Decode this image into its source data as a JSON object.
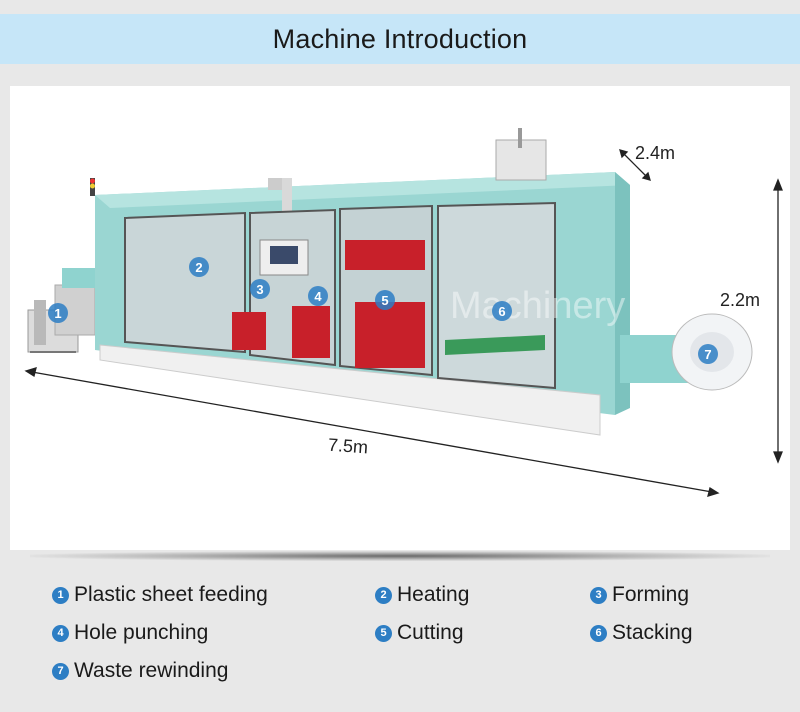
{
  "header": {
    "title": "Machine Introduction"
  },
  "dimensions": {
    "width": "2.4m",
    "height": "2.2m",
    "length": "7.5m"
  },
  "markers": [
    "1",
    "2",
    "3",
    "4",
    "5",
    "6",
    "7"
  ],
  "watermark": "Machinery",
  "legend": [
    {
      "num": "1",
      "label": "Plastic sheet feeding"
    },
    {
      "num": "2",
      "label": "Heating"
    },
    {
      "num": "3",
      "label": "Forming"
    },
    {
      "num": "4",
      "label": "Hole punching"
    },
    {
      "num": "5",
      "label": "Cutting"
    },
    {
      "num": "6",
      "label": "Stacking"
    },
    {
      "num": "7",
      "label": "Waste rewinding"
    }
  ],
  "colors": {
    "accent_blue": "#2d7ec4",
    "header_bg": "#c6e6f8",
    "machine_body": "#8fd3cf",
    "mold_red": "#c8202a"
  }
}
